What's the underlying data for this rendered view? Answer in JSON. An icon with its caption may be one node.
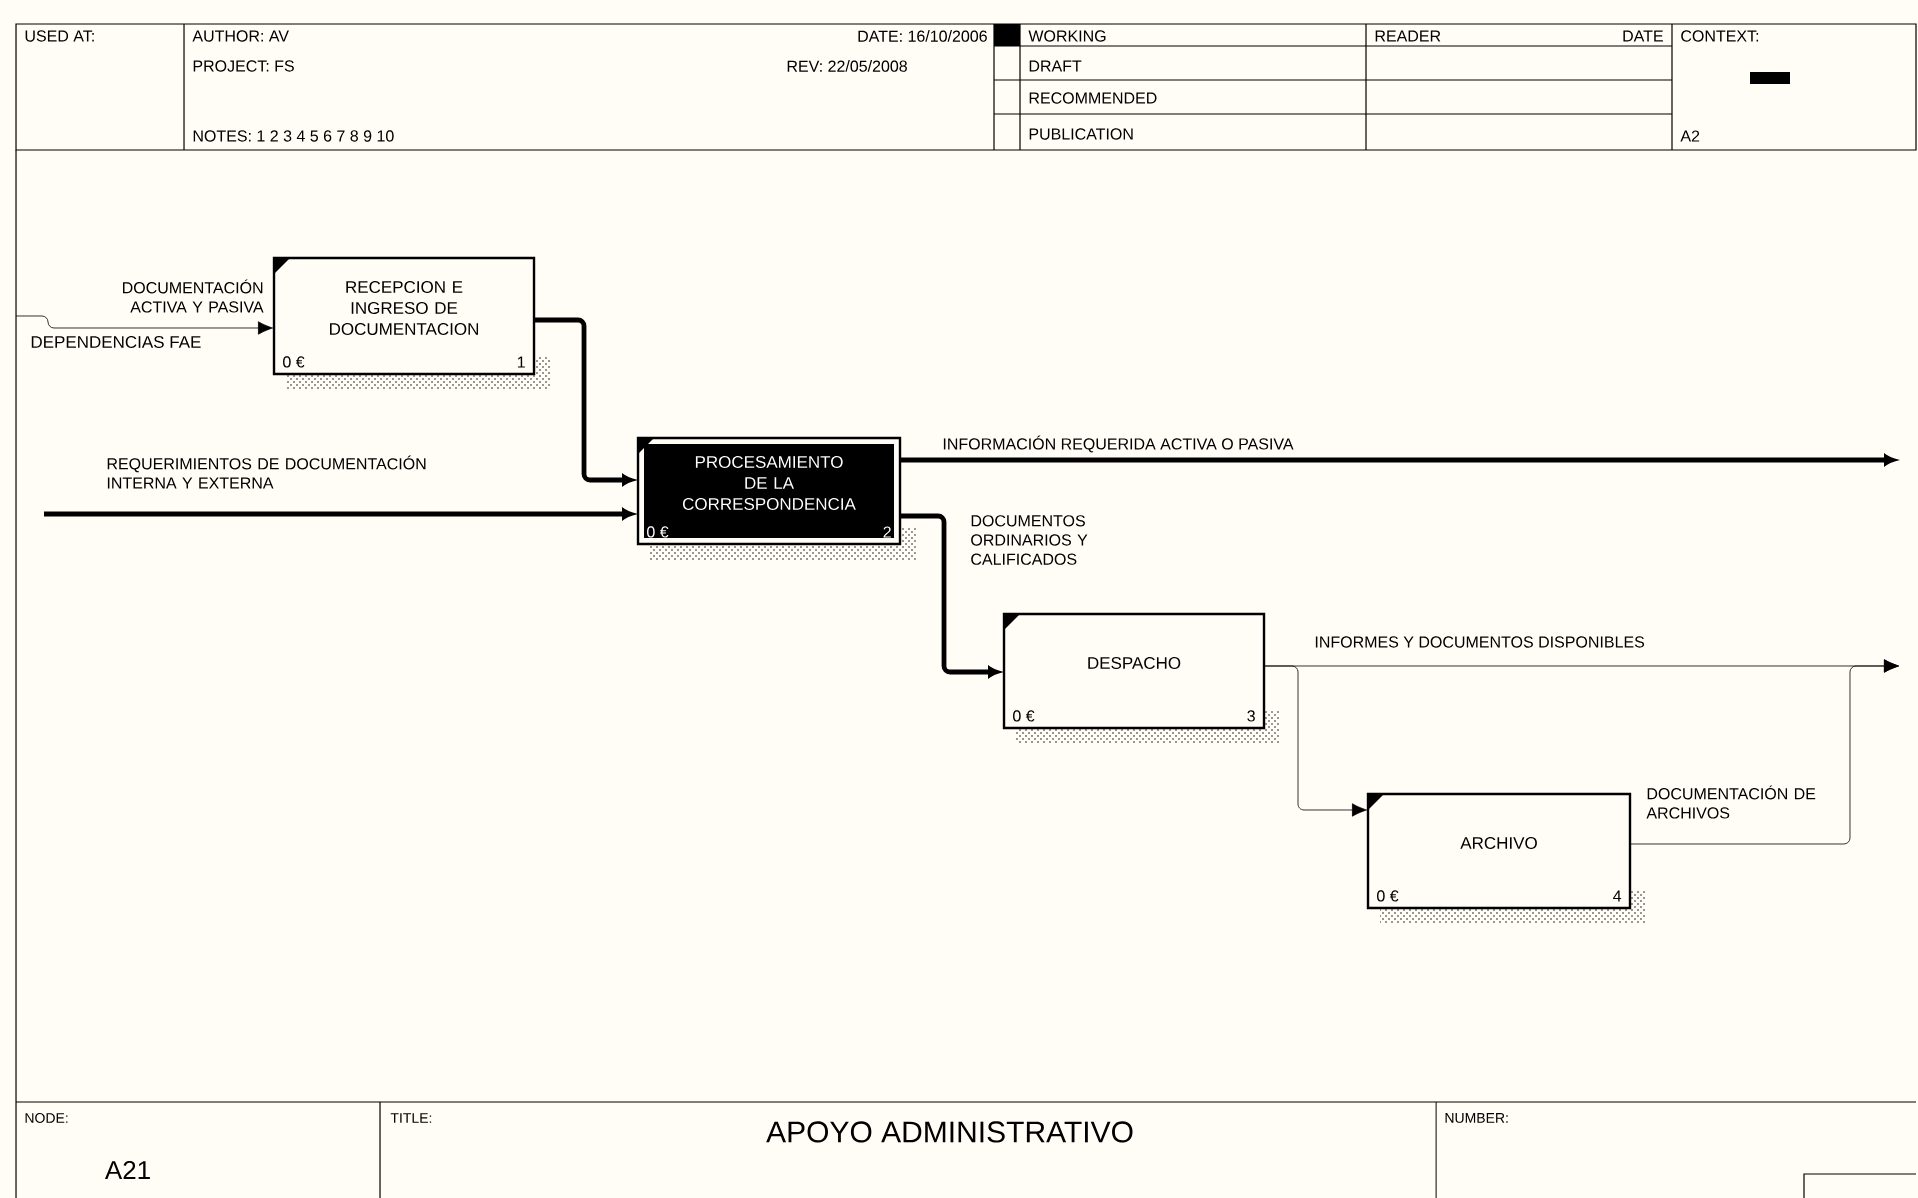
{
  "diagram": {
    "title": "APOYO ADMINISTRATIVO",
    "nodes": [
      {
        "text": [
          "RECEPCION E INGRESO DE DOCUMENTACION",
          "0 €",
          "1"
        ]
      },
      {
        "text": [
          "PROCESAMIENTO DE LA CORRESPONDENCIA",
          "0 €",
          "2"
        ]
      },
      {
        "text": [
          "DESPACHO",
          "0 €",
          "3"
        ]
      },
      {
        "text": [
          "ARCHIVO",
          "0 €",
          "4"
        ]
      }
    ],
    "edges": [
      {
        "from": null,
        "to": 0,
        "arrow": "to",
        "label": "DOCUMENTACIÓN ACTIVA Y PASIVA"
      },
      {
        "from": 0,
        "to": 1,
        "arrow": "to",
        "style": "thick"
      },
      {
        "from": null,
        "to": 1,
        "arrow": "to",
        "style": "thick",
        "label": "REQUERIMIENTOS DE DOCUMENTACIÓN INTERNA Y EXTERNA"
      },
      {
        "from": 1,
        "to": null,
        "arrow": "to",
        "style": "thick",
        "label": "INFORMACIÓN REQUERIDA ACTIVA O PASIVA"
      },
      {
        "from": 1,
        "to": 2,
        "arrow": "to",
        "style": "thick",
        "label": "DOCUMENTOS ORDINARIOS Y CALIFICADOS"
      },
      {
        "from": 2,
        "to": null,
        "arrow": "to",
        "label": "INFORMES Y DOCUMENTOS DISPONIBLES"
      },
      {
        "from": 2,
        "to": 3,
        "arrow": "to"
      },
      {
        "from": 3,
        "to": null,
        "arrow": "to",
        "label": "DOCUMENTACIÓN DE ARCHIVOS"
      }
    ],
    "labels": [
      "USED AT:",
      "AUTHOR: AV",
      "PROJECT: FS",
      "NOTES: 1 2 3 4 5 6 7 8 9 10",
      "DATE: 16/10/2006",
      "REV: 22/05/2008",
      "WORKING",
      "DRAFT",
      "RECOMMENDED",
      "PUBLICATION",
      "READER",
      "DATE",
      "CONTEXT:",
      "A2",
      "DEPENDENCIAS FAE",
      "NODE:",
      "A21",
      "TITLE:",
      "NUMBER:"
    ]
  }
}
